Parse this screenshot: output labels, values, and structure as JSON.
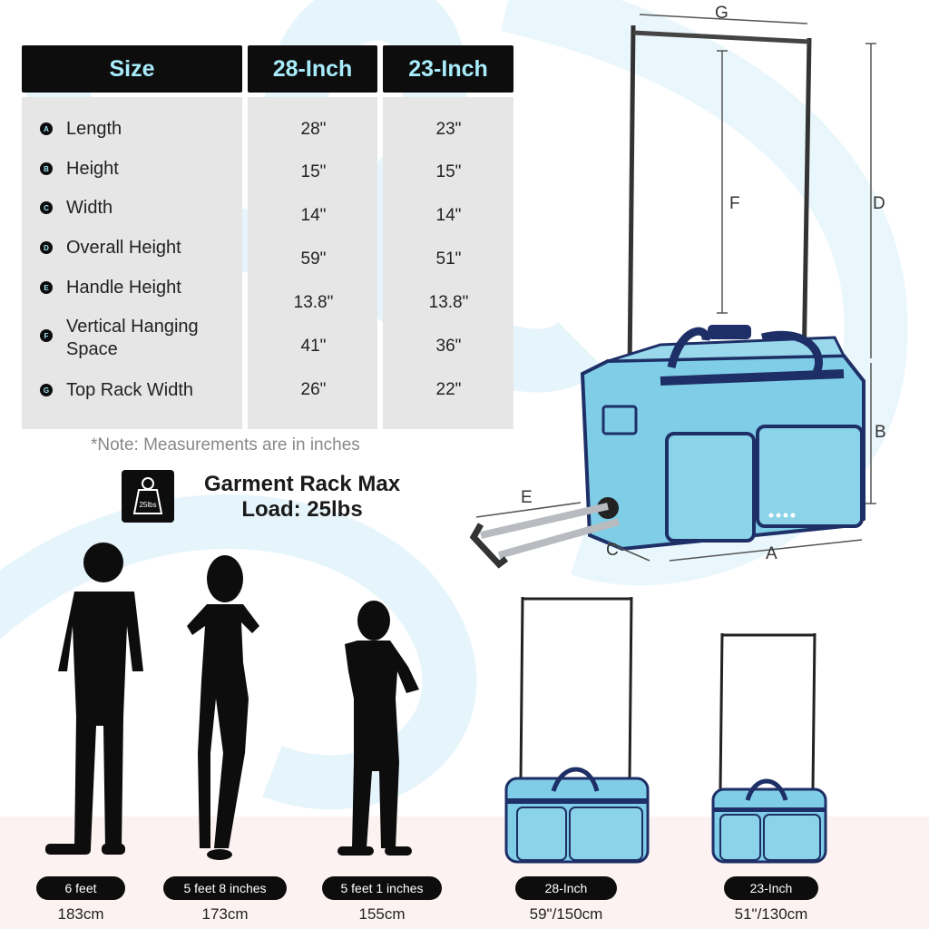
{
  "table": {
    "headers": [
      "Size",
      "28-Inch",
      "23-Inch"
    ],
    "rows": [
      {
        "badge": "A",
        "label": "Length",
        "v28": "28\"",
        "v23": "23\""
      },
      {
        "badge": "B",
        "label": "Height",
        "v28": "15\"",
        "v23": "15\""
      },
      {
        "badge": "C",
        "label": "Width",
        "v28": "14\"",
        "v23": "14\""
      },
      {
        "badge": "D",
        "label": "Overall Height",
        "v28": "59\"",
        "v23": "51\""
      },
      {
        "badge": "E",
        "label": "Handle Height",
        "v28": "13.8\"",
        "v23": "13.8\""
      },
      {
        "badge": "F",
        "label": "Vertical Hanging Space",
        "v28": "41\"",
        "v23": "36\""
      },
      {
        "badge": "G",
        "label": "Top Rack Width",
        "v28": "26\"",
        "v23": "22\""
      }
    ]
  },
  "note": "*Note: Measurements are in inches",
  "load": {
    "icon_label": "25lbs",
    "line1": "Garment Rack Max",
    "line2": "Load: 25lbs"
  },
  "dims": {
    "A": "A",
    "B": "B",
    "C": "C",
    "D": "D",
    "E": "E",
    "F": "F",
    "G": "G"
  },
  "people": [
    {
      "label": "6 feet",
      "metric": "183cm"
    },
    {
      "label": "5 feet 8 inches",
      "metric": "173cm"
    },
    {
      "label": "5 feet 1 inches",
      "metric": "155cm"
    }
  ],
  "bags": [
    {
      "label": "28-Inch",
      "metric": "59\"/150cm"
    },
    {
      "label": "23-Inch",
      "metric": "51\"/130cm"
    }
  ],
  "colors": {
    "bag": "#7fcde6",
    "trim": "#1d2f66",
    "accent_text": "#a8ecfb",
    "dark": "#0d0d0d"
  }
}
